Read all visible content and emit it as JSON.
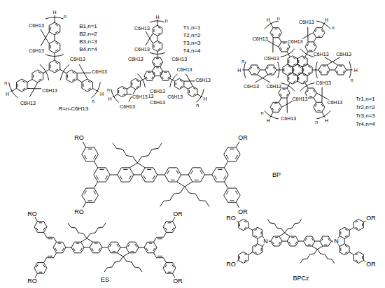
{
  "diagram": {
    "labels": [
      "H",
      "n",
      "C6H13",
      "C6H13",
      "H",
      "n",
      "C6H13",
      "C6H13",
      "H",
      "n",
      "C6H13",
      "C6H13",
      "B1,n=1",
      "B2,n=2",
      "B3,n=3",
      "B4,n=4",
      "R=n-C6H13",
      "H",
      "n",
      "C6H13",
      "C6H13",
      "H",
      "n",
      "C6H13",
      "C6H13",
      "H",
      "n",
      "C6H13",
      "C6H13",
      "C6H13",
      "C6H13",
      "C6H13",
      "C6H13",
      "C6H13",
      "C6H13",
      "T1,n=1",
      "T2,n=2",
      "T3,n=3",
      "T4,n=4",
      "H",
      "n",
      "C6H13",
      "C6H13",
      "H",
      "n",
      "C6H13",
      "C6H13",
      "H",
      "n",
      "C6H13",
      "C6H13",
      "H",
      "n",
      "C6H13",
      "C6H13",
      "H",
      "n",
      "C6H13",
      "C6H13",
      "H",
      "n",
      "C6H13",
      "C6H13",
      "Tr1,n=1",
      "Tr2,n=2",
      "Tr3,n=3",
      "Tr4,n=4",
      "RO",
      "RO",
      "OR",
      "OR",
      "BP",
      "RO",
      "RO",
      "OR",
      "OR",
      "ES",
      "RO",
      "RO",
      "OR",
      "OR",
      "N",
      "N",
      "BPCz"
    ]
  }
}
